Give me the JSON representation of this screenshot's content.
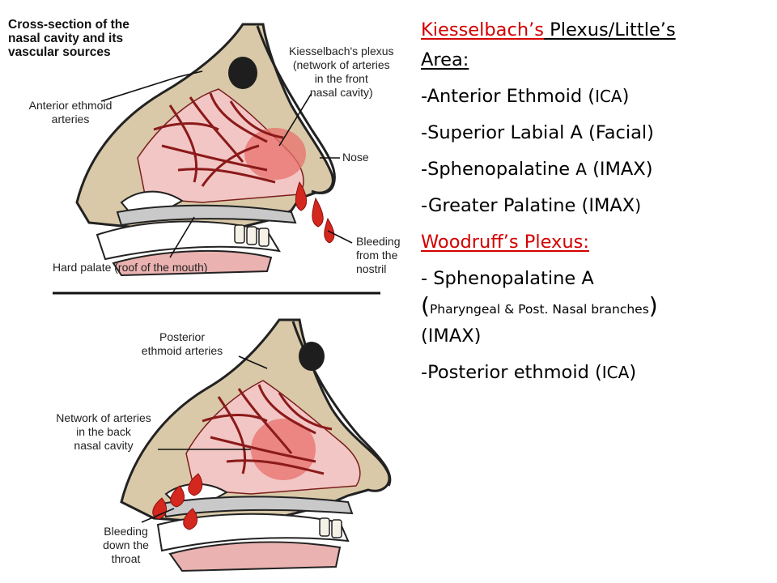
{
  "figure": {
    "top": {
      "title_line1": "Cross-section of the",
      "title_line2": "nasal cavity and its",
      "title_line3": "vascular sources",
      "label_kiesselbach_1": "Kiesselbach's plexus",
      "label_kiesselbach_2": "(network of arteries",
      "label_kiesselbach_3": "in the front",
      "label_kiesselbach_4": "nasal cavity)",
      "label_anterior_1": "Anterior ethmoid",
      "label_anterior_2": "arteries",
      "label_nose": "Nose",
      "label_bleeding_1": "Bleeding",
      "label_bleeding_2": "from the",
      "label_bleeding_3": "nostril",
      "label_palate": "Hard palate (roof of the mouth)"
    },
    "bottom": {
      "label_posterior_1": "Posterior",
      "label_posterior_2": "ethmoid arteries",
      "label_network_1": "Network of arteries",
      "label_network_2": "in the back",
      "label_network_3": "nasal cavity",
      "label_bleeding_1": "Bleeding",
      "label_bleeding_2": "down the",
      "label_bleeding_3": "throat"
    }
  },
  "notes": {
    "kiesselbach_heading_red": "Kiesselbach’s",
    "kiesselbach_heading_rest": " Plexus/Little’s",
    "kiesselbach_heading_line2": "Area:",
    "item1_a": "-Anterior Ethmoid (",
    "item1_b": "ICA",
    "item1_c": ")",
    "item2": "-Superior Labial A (Facial)",
    "item3_a": "-Sphenopalatine ",
    "item3_b": "A",
    "item3_c": " (IMAX)",
    "item4_a": "-Greater Palatine (IMAX",
    "item4_b": ")",
    "woodruff_heading": "Woodruff’s Plexus:",
    "item5": "- Sphenopalatine A",
    "item6_open": "(",
    "item6_text": "Pharyngeal & Post. Nasal branches",
    "item6_close": ")",
    "item6_line2": "(IMAX)",
    "item7_a": "-Posterior ethmoid (",
    "item7_b": "ICA",
    "item7_c": ")"
  },
  "colors": {
    "accent_red": "#d40000",
    "vessel_red": "#8b1a1a",
    "tissue_pink": "#f2c6c4",
    "bone_tan": "#d9c9a8"
  }
}
